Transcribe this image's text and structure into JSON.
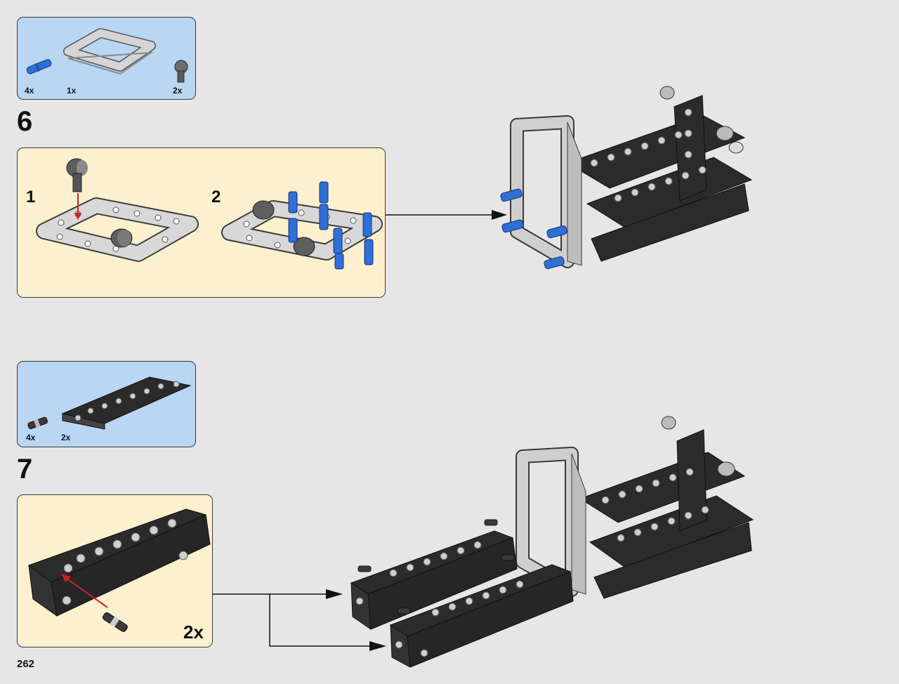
{
  "page": {
    "number": "262"
  },
  "colors": {
    "parts_bg": "#b9d6f2",
    "sub_bg": "#fdf0cf",
    "page_bg": "#e6e6e6",
    "black_beam": "#2b2b2b",
    "grey_frame": "#c9c9c9",
    "blue_pin": "#2f6fd6",
    "arrow_red": "#cc2222"
  },
  "step6": {
    "number": "6",
    "parts": [
      {
        "qty": "4x",
        "icon": "blue-axle-pin-icon"
      },
      {
        "qty": "1x",
        "icon": "grey-frame-icon"
      },
      {
        "qty": "2x",
        "icon": "dark-connector-icon"
      }
    ],
    "substeps": [
      {
        "number": "1"
      },
      {
        "number": "2"
      }
    ]
  },
  "step7": {
    "number": "7",
    "parts": [
      {
        "qty": "4x",
        "icon": "pin-icon"
      },
      {
        "qty": "2x",
        "icon": "black-beam-icon"
      }
    ],
    "multiplier": "2x"
  }
}
